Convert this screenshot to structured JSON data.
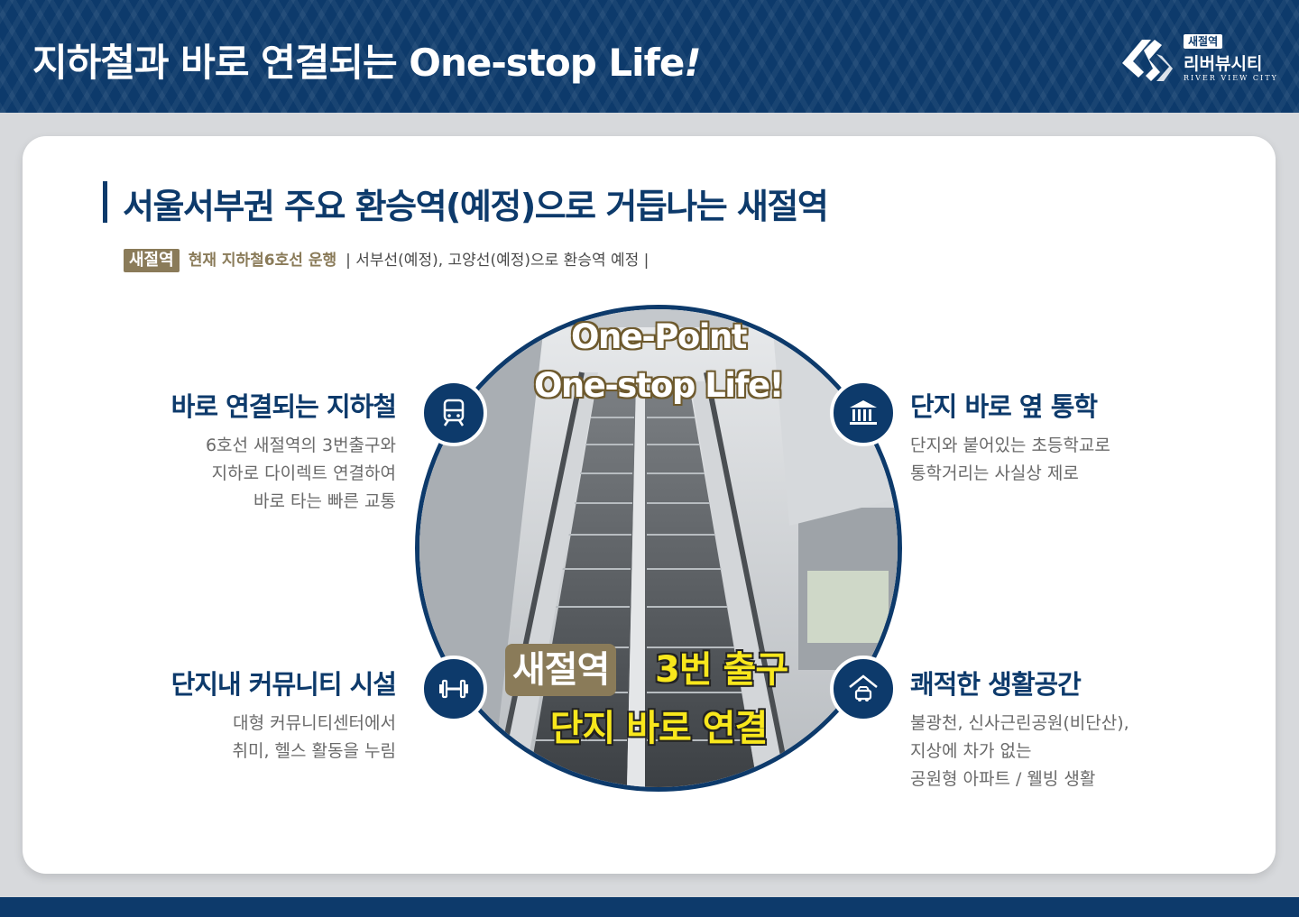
{
  "header": {
    "title": "지하철과 바로 연결되는 One-stop Life",
    "title_excl": "!"
  },
  "logo": {
    "badge": "새절역",
    "name": "리버뷰시티",
    "sub": "RIVER VIEW CITY"
  },
  "section": {
    "title": "서울서부권 주요 환승역(예정)으로 거듭나는 새절역",
    "badge": "새절역",
    "gold_text": "현재 지하철6호선 운행",
    "rest_text": "| 서부선(예정), 고양선(예정)으로 환승역 예정 |"
  },
  "center": {
    "line1": "One-Point",
    "line2": "One-stop Life!",
    "exit_badge": "새절역",
    "exit_text": "3번 출구",
    "connect_text": "단지 바로 연결"
  },
  "features": {
    "subway": {
      "title": "바로 연결되는 지하철",
      "lines": [
        "6호선 새절역의 3번출구와",
        "지하로 다이렉트 연결하여",
        "바로 타는 빠른 교통"
      ]
    },
    "school": {
      "title": "단지 바로 옆 통학",
      "lines": [
        "단지와 붙어있는 초등학교로",
        "통학거리는 사실상 제로"
      ]
    },
    "community": {
      "title": "단지내 커뮤니티 시설",
      "lines": [
        "대형 커뮤니티센터에서",
        "취미, 헬스 활동을 누림"
      ]
    },
    "living": {
      "title": "쾌적한 생활공간",
      "lines": [
        "불광천, 신사근린공원(비단산),",
        "지상에 차가 없는",
        "공원형 아파트 / 웰빙 생활"
      ]
    }
  },
  "colors": {
    "navy": "#0d3a6b",
    "gold": "#8a7b59",
    "yellow": "#f8e71c"
  }
}
